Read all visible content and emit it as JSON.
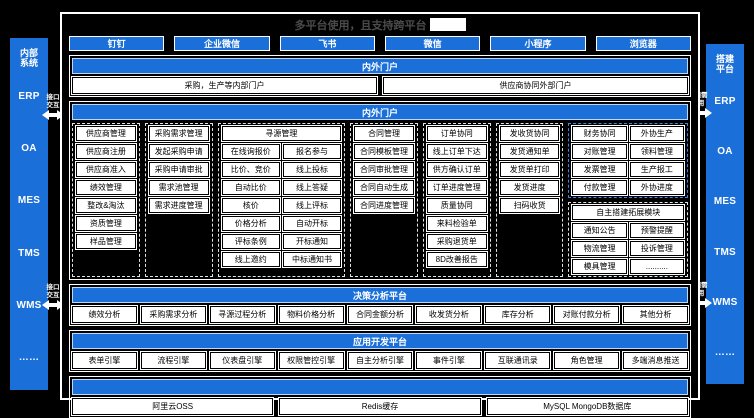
{
  "title": {
    "text": "多平台使用，且支持跨平台",
    "redacted": true
  },
  "left_sidebar": {
    "header": "内部系统",
    "items": [
      "ERP",
      "OA",
      "MES",
      "TMS",
      "WMS",
      "……"
    ],
    "connector_lines": [
      "接口",
      "交互"
    ]
  },
  "right_sidebar": {
    "header": "搭建平台",
    "items": [
      "ERP",
      "OA",
      "MES",
      "TMS",
      "WMS",
      "……"
    ],
    "connector_lines": [
      "随需",
      "用"
    ]
  },
  "app_bar": [
    "钉钉",
    "企业微信",
    "飞书",
    "微信",
    "小程序",
    "浏览器"
  ],
  "portal": {
    "bar": "内外门户",
    "boxes": [
      "采购，生产等内部门户",
      "供应商协同外部门户"
    ]
  },
  "main_section": {
    "header": "内外门户",
    "groups": [
      {
        "layout": "single",
        "cells": [
          "供应商管理",
          "供应商注册",
          "供应商准入",
          "绩效管理",
          "整改&淘汰",
          "资质管理",
          "样品管理"
        ]
      },
      {
        "layout": "single",
        "cells": [
          "采购需求管理",
          "发起采购申请",
          "采购申请审批",
          "需求池管理",
          "需求进度管理"
        ]
      },
      {
        "layout": "pairs",
        "wide": true,
        "header": "寻源管理",
        "pairs": [
          [
            "在线询报价",
            "报名参与"
          ],
          [
            "比价、竞价",
            "线上投标"
          ],
          [
            "自动比价",
            "线上答疑"
          ],
          [
            "核价",
            "线上评标"
          ],
          [
            "价格分析",
            "自动开标"
          ],
          [
            "评标条例",
            "开标通知"
          ],
          [
            "线上邀约",
            "中标通知书"
          ]
        ]
      },
      {
        "layout": "single",
        "cells": [
          "合同管理",
          "合同模板管理",
          "合同审批管理",
          "合同自动生成",
          "合同进度管理"
        ]
      },
      {
        "layout": "single",
        "cells": [
          "订单协同",
          "线上订单下达",
          "供方确认订单",
          "订单进度管理",
          "质量协同",
          "来料检验单",
          "采购退货单",
          "8D改善报告"
        ]
      },
      {
        "layout": "single",
        "cells": [
          "发收货协同",
          "发货通知单",
          "发货单打印",
          "发货进度",
          "扫码收货"
        ]
      },
      {
        "layout": "stack",
        "wide": true,
        "groups": [
          {
            "layout": "pairs",
            "style": "blue",
            "pairs": [
              [
                "财务协同",
                "外协生产"
              ],
              [
                "对账管理",
                "领料管理"
              ],
              [
                "发票管理",
                "生产报工"
              ],
              [
                "付款管理",
                "外协进度"
              ]
            ]
          },
          {
            "layout": "pairs",
            "header": "自主搭建拓展模块",
            "pairs": [
              [
                "通知公告",
                "预警提醒"
              ],
              [
                "物流管理",
                "投诉管理"
              ],
              [
                "模具管理",
                ".........."
              ]
            ]
          }
        ]
      }
    ]
  },
  "analysis_platform": {
    "header": "决策分析平台",
    "items": [
      "绩效分析",
      "采购需求分析",
      "寻源过程分析",
      "物料价格分析",
      "合同金额分析",
      "收发货分析",
      "库存分析",
      "对账付款分析",
      "其他分析"
    ]
  },
  "dev_platform": {
    "header": "应用开发平台",
    "items": [
      "表单引擎",
      "流程引擎",
      "仪表盘引擎",
      "权限管控引擎",
      "自主分析引擎",
      "事件引擎",
      "互联通讯录",
      "角色管理",
      "多端消息推送"
    ]
  },
  "infra": {
    "bar": "",
    "items": [
      "阿里云OSS",
      "Redis缓存",
      "MySQL MongoDB数据库"
    ]
  },
  "colors": {
    "background": "#000000",
    "blue": "#1b6fd8",
    "blue_dash": "#3f87e8",
    "cell_bg": "#ffffff"
  }
}
